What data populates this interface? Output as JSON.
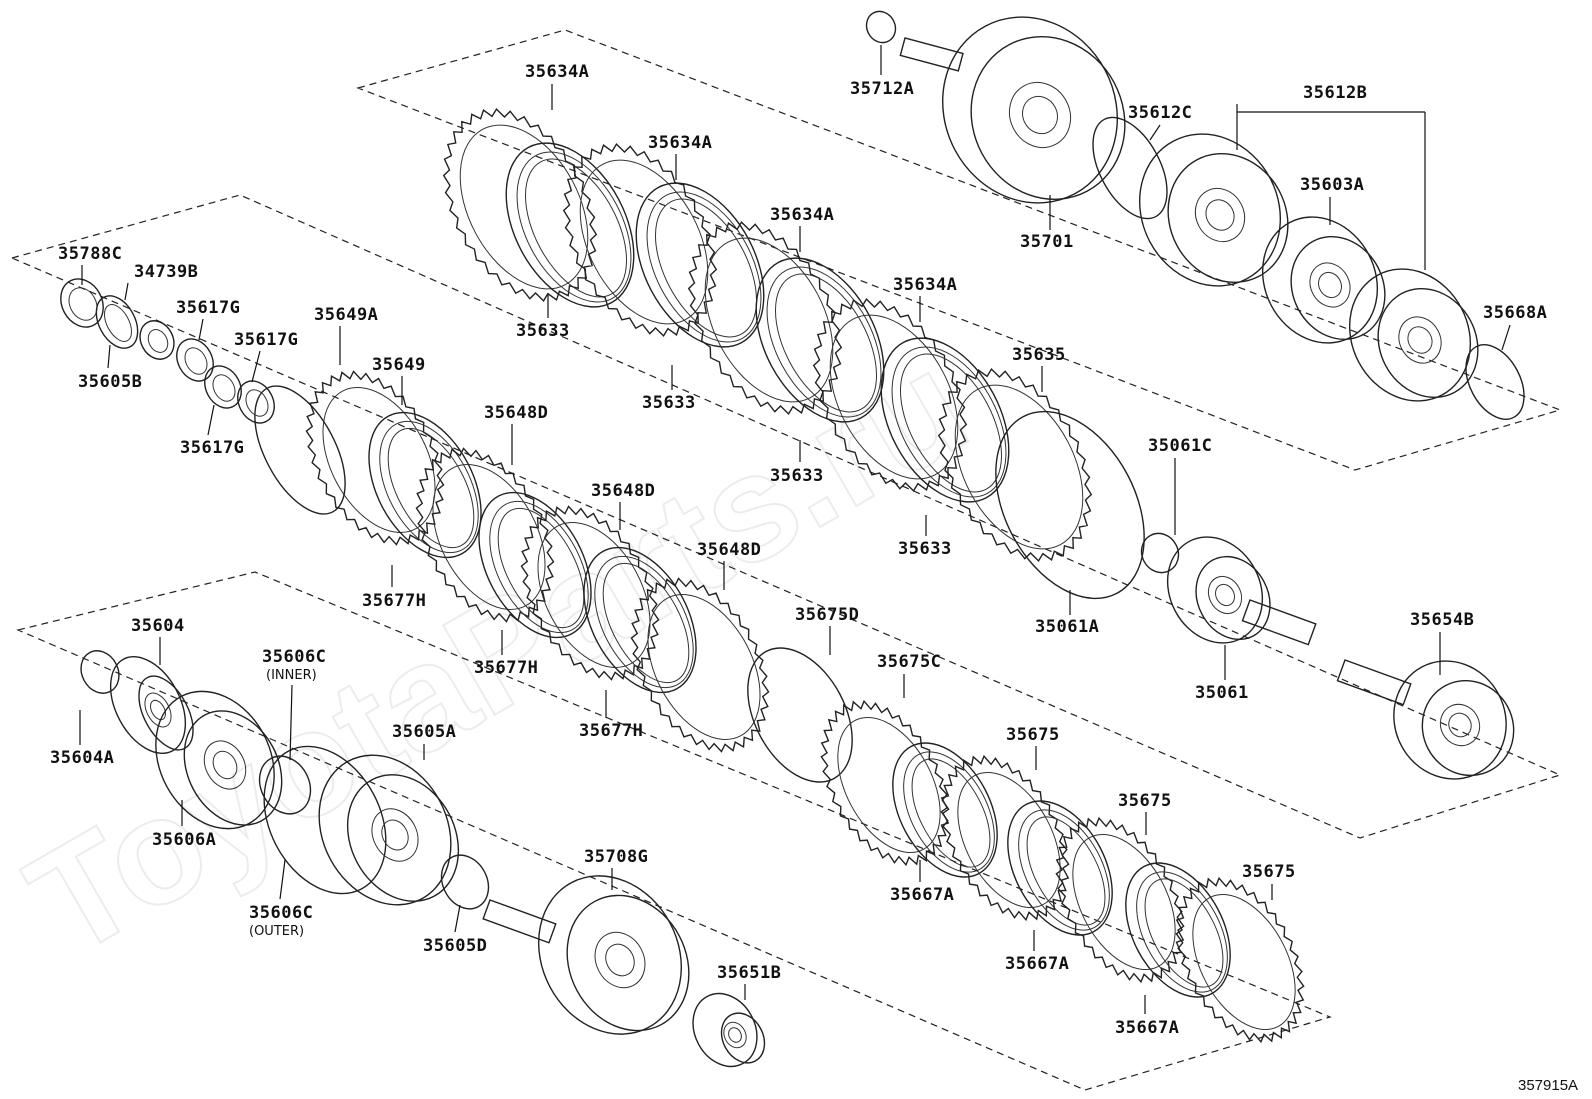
{
  "watermark": "ToyotaParts.ru",
  "reference_code": "357915A",
  "labels": [
    "35634A",
    "35634A",
    "35634A",
    "35634A",
    "35633",
    "35633",
    "35633",
    "35633",
    "35635",
    "35061C",
    "35061A",
    "35061",
    "35712A",
    "35701",
    "35612C",
    "35612B",
    "35603A",
    "35668A",
    "35654B",
    "35788C",
    "34739B",
    "35605B",
    "35617G",
    "35617G",
    "35617G",
    "35649A",
    "35649",
    "35648D",
    "35648D",
    "35648D",
    "35677H",
    "35677H",
    "35677H",
    "35675D",
    "35675C",
    "35675",
    "35675",
    "35675",
    "35667A",
    "35667A",
    "35667A",
    "35604",
    "35604A",
    "35606A",
    "35606C",
    "35606C",
    "35605A",
    "35605D",
    "35708G",
    "35651B"
  ],
  "sublabels": {
    "inner": "(INNER)",
    "outer": "(OUTER)"
  }
}
